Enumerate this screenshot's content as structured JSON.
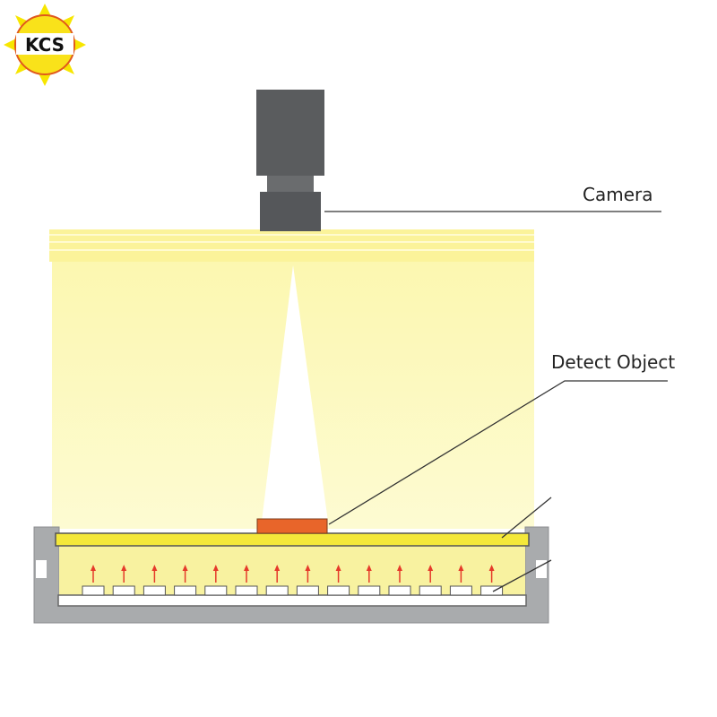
{
  "logo": {
    "text": "KCS"
  },
  "labels": {
    "camera": "Camera",
    "detect_object": "Detect Object"
  },
  "colors": {
    "light": "#fdfab0",
    "diffuser": "#f4e83a",
    "object": "#e8652a",
    "camera": "#5a5c5e",
    "frame": "#a9abad"
  },
  "led_count": 14
}
